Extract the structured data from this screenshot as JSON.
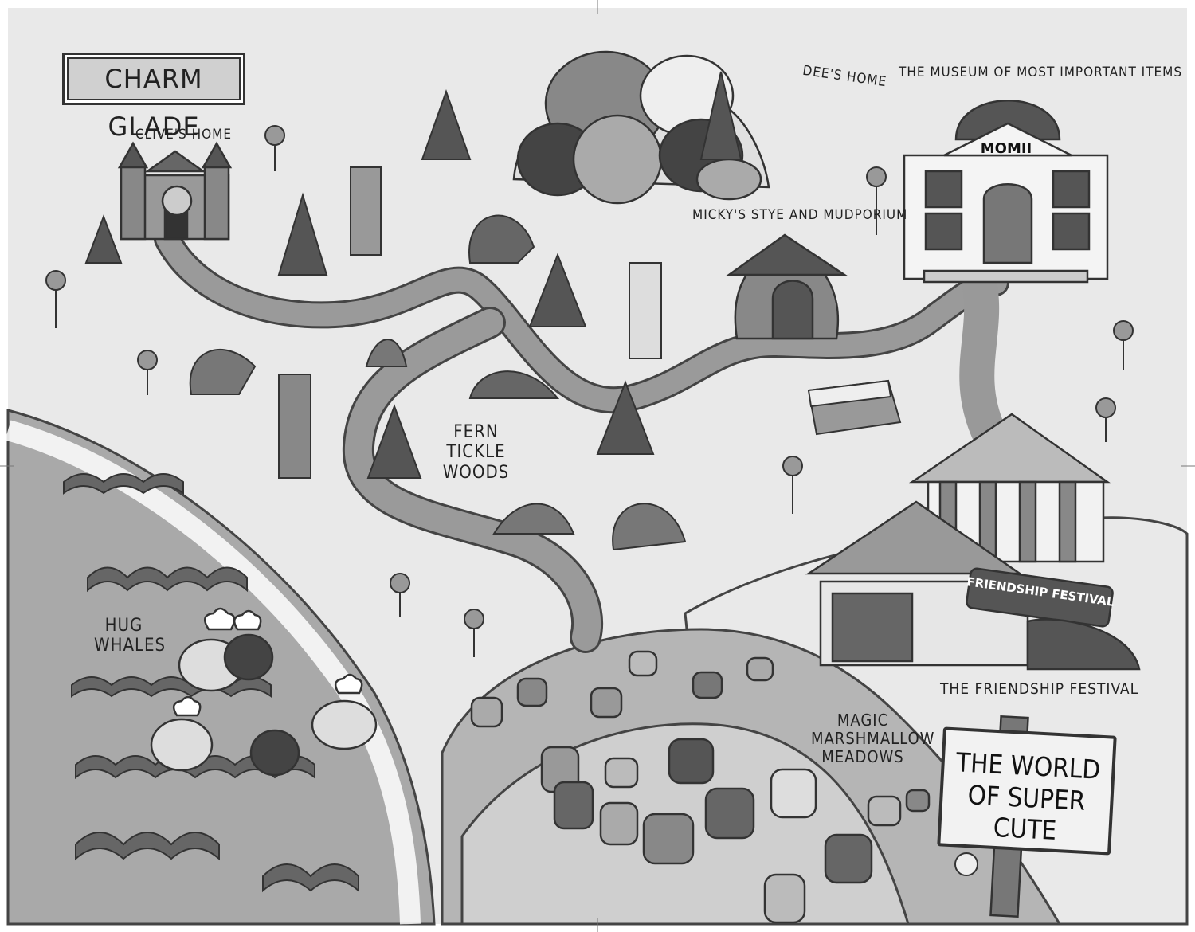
{
  "map": {
    "title": "CHARM GLADE",
    "sign_text": "THE WORLD OF SUPER CUTE",
    "museum_sign": "MOMII",
    "festival_banner": "FRIENDSHIP FESTIVAL",
    "places": {
      "clives_home": "CLIVE'S HOME",
      "dees_home": "DEE'S HOME",
      "museum": "THE MUSEUM OF MOST IMPORTANT ITEMS",
      "mudporium": "MICKY'S STYE AND MUDPORIUM",
      "fern_woods": "FERN TICKLE WOODS",
      "hug_whales": "HUG WHALES",
      "friendship_festival": "THE FRIENDSHIP FESTIVAL",
      "marshmallow_meadows": "MAGIC MARSHMALLOW MEADOWS"
    }
  }
}
